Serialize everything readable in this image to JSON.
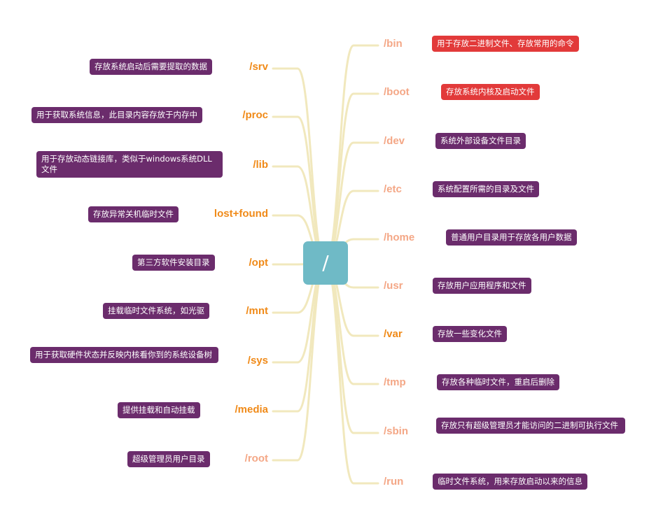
{
  "root": {
    "label": "/",
    "color": "#6fbac6"
  },
  "branch_color": "#f1e8bd",
  "colors": {
    "orange": "#f08a18",
    "salmon": "#f4a786",
    "purple": "#6b2c6c",
    "red": "#e23a3a"
  },
  "left": [
    {
      "dir": "/srv",
      "desc": "存放系统启动后需要提取的数据"
    },
    {
      "dir": "/proc",
      "desc": "用于获取系统信息，此目录内容存放于内存中"
    },
    {
      "dir": "/lib",
      "desc": "用于存放动态链接库，类似于windows系统DLL文件"
    },
    {
      "dir": "lost+found",
      "desc": "存放异常关机临时文件"
    },
    {
      "dir": "/opt",
      "desc": "第三方软件安装目录"
    },
    {
      "dir": "/mnt",
      "desc": "挂载临时文件系统，如光驱"
    },
    {
      "dir": "/sys",
      "desc": "用于获取硬件状态并反映内核看你到的系统设备树"
    },
    {
      "dir": "/media",
      "desc": "提供挂载和自动挂载"
    },
    {
      "dir": "/root",
      "desc": "超级管理员用户目录"
    }
  ],
  "right": [
    {
      "dir": "/bin",
      "desc": "用于存放二进制文件、存放常用的命令"
    },
    {
      "dir": "/boot",
      "desc": "存放系统内核及启动文件"
    },
    {
      "dir": "/dev",
      "desc": "系统外部设备文件目录"
    },
    {
      "dir": "/etc",
      "desc": "系统配置所需的目录及文件"
    },
    {
      "dir": "/home",
      "desc": "普通用户目录用于存放各用户数据"
    },
    {
      "dir": "/usr",
      "desc": "存放用户应用程序和文件"
    },
    {
      "dir": "/var",
      "desc": "存放一些变化文件"
    },
    {
      "dir": "/tmp",
      "desc": "存放各种临时文件，重启后删除"
    },
    {
      "dir": "/sbin",
      "desc": "存放只有超级管理员才能访问的二进制可执行文件"
    },
    {
      "dir": "/run",
      "desc": "临时文件系统，用来存放启动以来的信息"
    }
  ]
}
